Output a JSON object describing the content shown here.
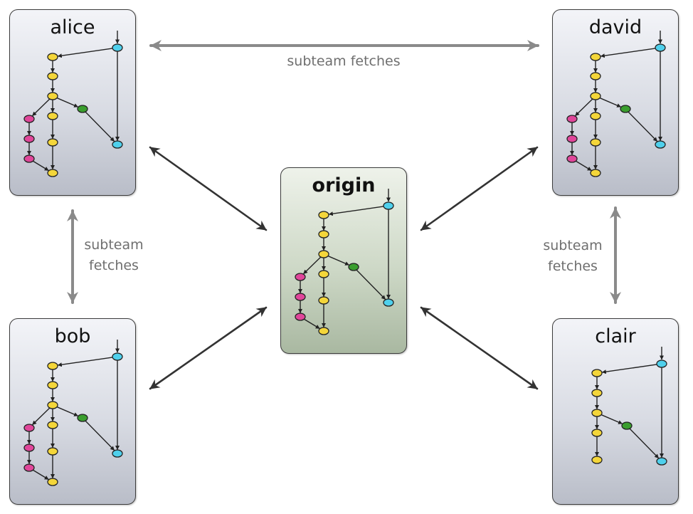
{
  "repos": [
    {
      "id": "alice",
      "title": "alice",
      "variant": "full"
    },
    {
      "id": "david",
      "title": "david",
      "variant": "full"
    },
    {
      "id": "origin",
      "title": "origin",
      "variant": "full"
    },
    {
      "id": "bob",
      "title": "bob",
      "variant": "full"
    },
    {
      "id": "clair",
      "title": "clair",
      "variant": "short"
    }
  ],
  "labels": {
    "top": "subteam fetches",
    "left": [
      "subteam",
      "fetches"
    ],
    "right": [
      "subteam",
      "fetches"
    ]
  },
  "colors": {
    "yellow": "#f4d63a",
    "magenta": "#e0469a",
    "green": "#3a9e2e",
    "cyan": "#4fd0ec",
    "stroke": "#222222",
    "fetch_arrow": "#8a8a8a",
    "sync_arrow": "#333333"
  }
}
